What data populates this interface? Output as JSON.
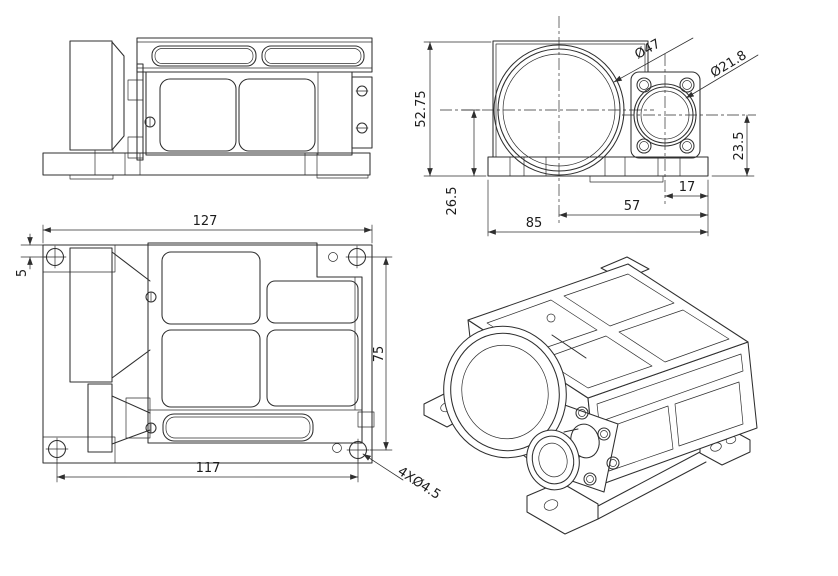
{
  "page": {
    "background": "#ffffff"
  },
  "drawing": {
    "stroke_color": "#2f2f2f",
    "dim_text_color": "#1c1c1c"
  },
  "dimensions": {
    "front_view": {
      "large_lens_diameter": "Ø47",
      "small_lens_diameter": "Ø21.8",
      "overall_height": "52.75",
      "large_lens_center_height": "26.5",
      "small_lens_center_height": "23.5",
      "small_lens_center_to_edge": "17",
      "large_lens_center_to_edge": "57",
      "base_width": "85"
    },
    "top_view": {
      "overall_length": "127",
      "ear_offset": "5",
      "mount_hole_span_vertical": "75",
      "mount_hole_span_horizontal": "117",
      "mount_hole_callout": "4XØ4.5"
    }
  }
}
